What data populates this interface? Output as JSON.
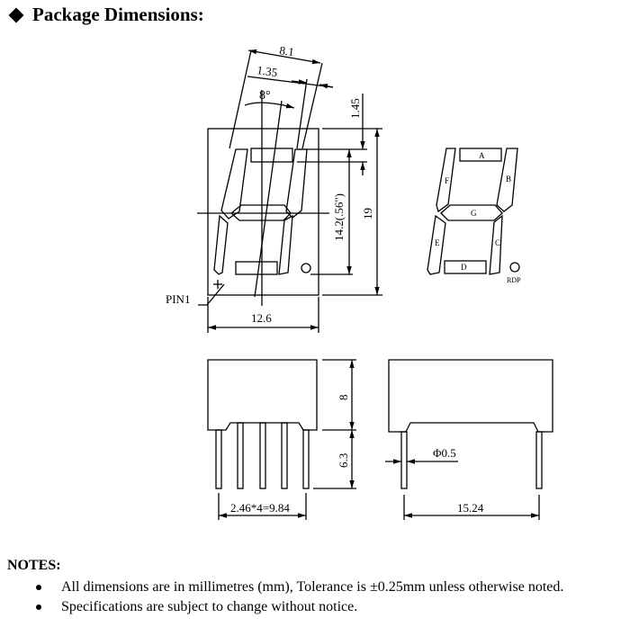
{
  "title": "Package Dimensions:",
  "front_view": {
    "dim_top_width": "8.1",
    "dim_segment_offset": "1.35",
    "dim_angle": "8°",
    "dim_top_gap": "1.45",
    "dim_digit_height": "14.2(.56\")",
    "dim_total_height": "19",
    "dim_width": "12.6",
    "pin1_label": "PIN1"
  },
  "segment_map": {
    "labels": [
      "A",
      "B",
      "C",
      "D",
      "E",
      "F",
      "G"
    ],
    "dp_label": "RDP"
  },
  "side_views": {
    "dim_body_height": "8",
    "dim_pin_length": "6.3",
    "dim_pin_pitch": "2.46*4=9.84",
    "dim_pin_diameter": "Φ0.5",
    "dim_row_spacing": "15.24"
  },
  "notes": {
    "heading": "NOTES:",
    "items": [
      "All dimensions are in millimetres (mm), Tolerance is  ±0.25mm unless otherwise noted.",
      "Specifications are subject to change without notice."
    ]
  }
}
